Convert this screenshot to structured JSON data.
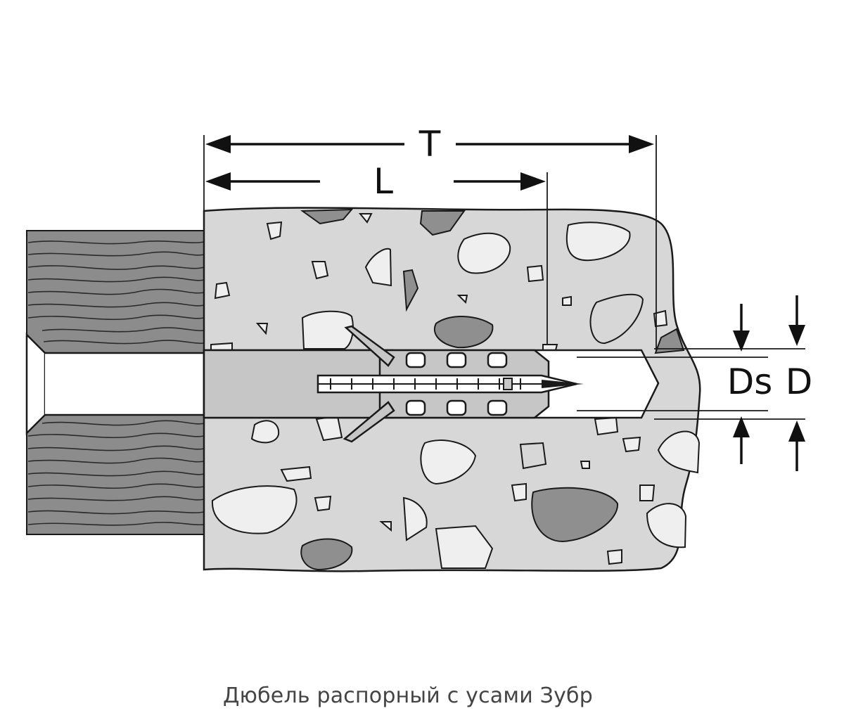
{
  "labels": {
    "total_length": "T",
    "anchor_length": "L",
    "screw_diameter": "Ds",
    "hole_diameter": "D"
  },
  "caption": "Дюбель распорный с усами Зубр",
  "colors": {
    "wood": "#8c8c8c",
    "concrete": "#d7d7d7",
    "aggregate_light": "#efefef",
    "aggregate_dark": "#8f8f8f",
    "dowel": "#c6c6c6",
    "outline": "#1a1a1a"
  }
}
